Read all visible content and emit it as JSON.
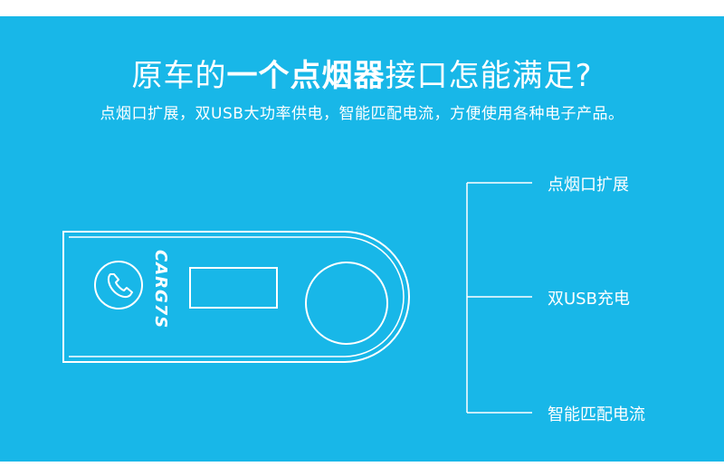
{
  "colors": {
    "background": "#18b7e8",
    "foreground": "#ffffff",
    "page": "#ffffff"
  },
  "header": {
    "title_prefix": "原车的",
    "title_bold": "一个点烟器",
    "title_suffix": "接口怎能满足?",
    "subtitle": "点烟口扩展，双USB大功率供电，智能匹配电流，方便使用各种电子产品。"
  },
  "device": {
    "brand": "CARG7S",
    "phone_icon": "phone-icon"
  },
  "features": [
    {
      "label": "点烟口扩展"
    },
    {
      "label": "双USB充电"
    },
    {
      "label": "智能匹配电流"
    }
  ]
}
